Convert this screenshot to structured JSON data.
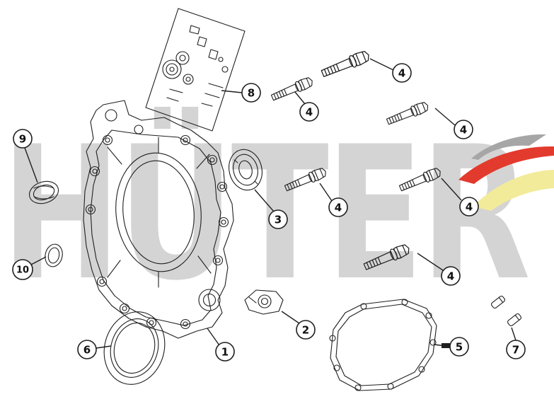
{
  "diagram": {
    "watermark": {
      "text": "HÜTER",
      "color": "#ababab"
    },
    "logo": {
      "gray": "#a6a6a6",
      "red": "#e23b2e",
      "yellow": "#f2eb9a"
    },
    "callouts": {
      "c1": "1",
      "c2": "2",
      "c3": "3",
      "c4a": "4",
      "c4b": "4",
      "c4c": "4",
      "c4d": "4",
      "c4e": "4",
      "c4f": "4",
      "c5": "5",
      "c6": "6",
      "c7": "7",
      "c8": "8",
      "c9": "9",
      "c10": "10"
    }
  }
}
